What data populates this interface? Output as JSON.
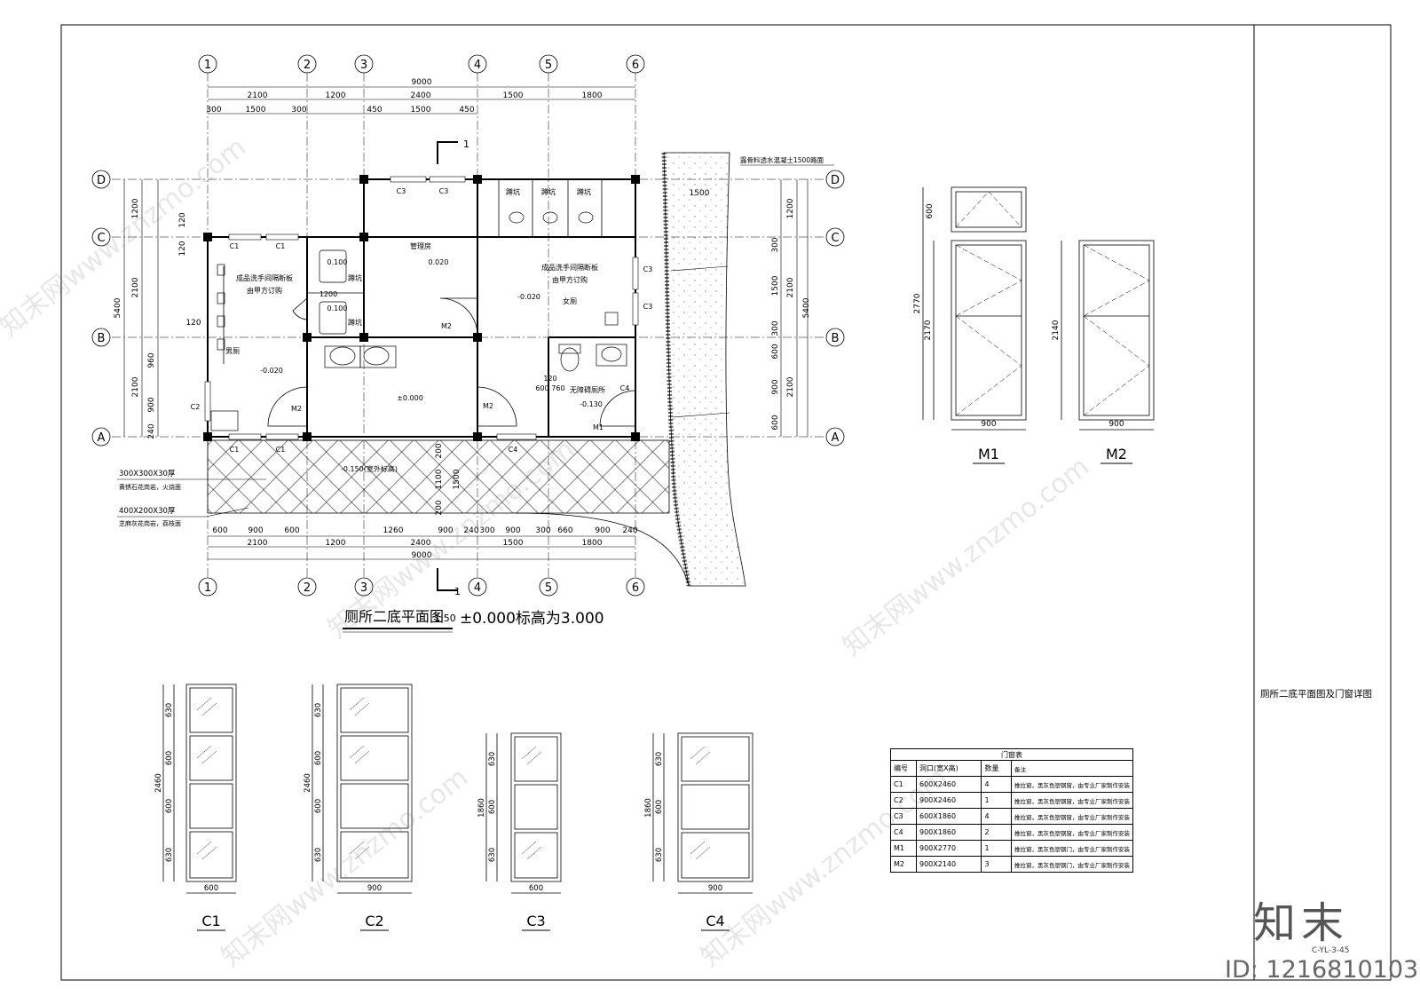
{
  "drawing": {
    "plan_title": "厕所二底平面图",
    "plan_scale": "1:50",
    "plan_note": "±0.000标高为3.000",
    "sheet_title": "厕所二底平面图及门窗详图",
    "sheet_no": "C-YL-3-45"
  },
  "axes": {
    "vertical": [
      "1",
      "2",
      "3",
      "4",
      "5",
      "6"
    ],
    "horizontal": [
      "D",
      "C",
      "B",
      "A"
    ]
  },
  "dims": {
    "top_total": "9000",
    "top_spans": [
      "2100",
      "1200",
      "2400",
      "1500",
      "1800"
    ],
    "top_sub": [
      "300",
      "1500",
      "300",
      "450",
      "1500",
      "450"
    ],
    "bottom_sub": [
      "600",
      "900",
      "600",
      "1260",
      "900",
      "240",
      "300",
      "900",
      "300",
      "660",
      "900",
      "240"
    ],
    "bottom_spans": [
      "2100",
      "1200",
      "2400",
      "1500",
      "1800"
    ],
    "bottom_total": "9000",
    "left_outer": "5400",
    "left_spans": [
      "1200",
      "2100",
      "2100"
    ],
    "left_small": [
      "120",
      "120",
      "120",
      "960",
      "900",
      "240"
    ],
    "right_outer": "5400",
    "right_spans": [
      "1200",
      "2100",
      "2100"
    ],
    "right_small": [
      "300",
      "1500",
      "300",
      "600",
      "900",
      "600"
    ],
    "paving_dims": [
      "200",
      "1100",
      "200",
      "1500"
    ],
    "path_width": "1500"
  },
  "rooms": {
    "storage": "管理房",
    "storage_level": "0.020",
    "men": "男厕",
    "men_level": "-0.020",
    "women": "女厕",
    "women_level": "-0.020",
    "accessible": "无障碍厕所",
    "accessible_level": "-0.130",
    "hall_level": "±0.000",
    "stall_level_1": "0.100",
    "stall_level_2": "0.100",
    "stall_gap": "1200",
    "partition_note_1": "成品洗手间隔断板",
    "partition_note_2": "由甲方订购",
    "squat": "蹲坑",
    "outdoor_level": "-0.150(室外标高)",
    "acc_dims": "600 760",
    "acc_dim_120": "120"
  },
  "openings": {
    "c1": "C1",
    "c2": "C2",
    "c3": "C3",
    "c4": "C4",
    "m1": "M1",
    "m2": "M2"
  },
  "notes": {
    "paving_1a": "300X300X30厚",
    "paving_1b": "黄锈石花岗岩，火烧面",
    "paving_2a": "400X200X30厚",
    "paving_2b": "芝麻灰花岗岩，荔枝面",
    "path_note": "露骨料透水混凝土1500路面",
    "section": "1"
  },
  "door_details": [
    {
      "label": "M1",
      "width": "900",
      "height": "2770",
      "upper": "600",
      "lower": "2170"
    },
    {
      "label": "M2",
      "width": "900",
      "height": "2140"
    }
  ],
  "window_details": [
    {
      "label": "C1",
      "width": "600",
      "height": "2460",
      "panes": [
        "630",
        "600",
        "600",
        "630"
      ]
    },
    {
      "label": "C2",
      "width": "900",
      "height": "2460",
      "panes": [
        "630",
        "600",
        "600",
        "630"
      ]
    },
    {
      "label": "C3",
      "width": "600",
      "height": "1860",
      "panes": [
        "630",
        "600",
        "630"
      ]
    },
    {
      "label": "C4",
      "width": "900",
      "height": "1860",
      "panes": [
        "630",
        "600",
        "630"
      ]
    }
  ],
  "schedule": {
    "title": "门窗表",
    "headers": [
      "编号",
      "洞口(宽X高)",
      "数量",
      "备注"
    ],
    "rows": [
      {
        "code": "C1",
        "size": "600X2460",
        "qty": "4",
        "note": "推拉窗，黑灰色塑钢窗，由专业厂家制作安装"
      },
      {
        "code": "C2",
        "size": "900X2460",
        "qty": "1",
        "note": "推拉窗，黑灰色塑钢窗，由专业厂家制作安装"
      },
      {
        "code": "C3",
        "size": "600X1860",
        "qty": "4",
        "note": "推拉窗，黑灰色塑钢窗，由专业厂家制作安装"
      },
      {
        "code": "C4",
        "size": "900X1860",
        "qty": "2",
        "note": "推拉窗，黑灰色塑钢窗，由专业厂家制作安装"
      },
      {
        "code": "M1",
        "size": "900X2770",
        "qty": "1",
        "note": "推拉窗，黑灰色塑钢门，由专业厂家制作安装"
      },
      {
        "code": "M2",
        "size": "900X2140",
        "qty": "3",
        "note": "推拉窗，黑灰色塑钢门，由专业厂家制作安装"
      }
    ]
  },
  "brand": {
    "logo": "知末",
    "id": "ID: 1216810103",
    "watermark": "知末网www.znzmo.com"
  }
}
